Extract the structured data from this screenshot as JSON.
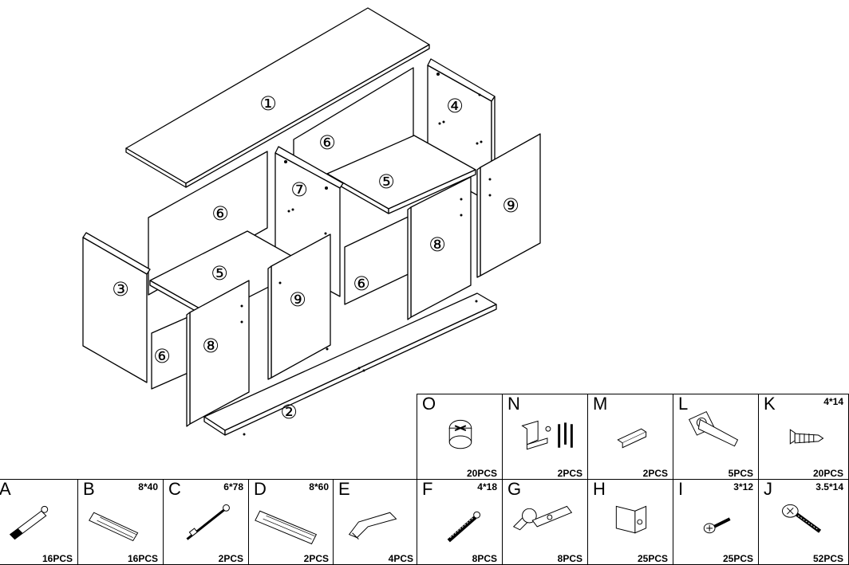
{
  "panels": {
    "top": "①",
    "bottom": "②",
    "left_side": "③",
    "right_side": "④",
    "shelf_right": "⑤",
    "shelf_left": "⑤",
    "back_left": "⑥",
    "back_right_upper": "⑥",
    "back_right_lower": "⑥",
    "back_left_lower": "⑥",
    "divider": "⑦",
    "door_right_8": "⑧",
    "door_left_8": "⑧",
    "door_right_9": "⑨",
    "door_left_9": "⑨"
  },
  "hardware": [
    {
      "letter": "O",
      "size": "",
      "qty": "20PCS",
      "icon": "cam-lock-icon"
    },
    {
      "letter": "N",
      "size": "",
      "qty": "2PCS",
      "icon": "angle-bracket-icon"
    },
    {
      "letter": "M",
      "size": "",
      "qty": "2PCS",
      "icon": "small-bracket-icon"
    },
    {
      "letter": "L",
      "size": "",
      "qty": "5PCS",
      "icon": "leg-icon"
    },
    {
      "letter": "K",
      "size": "4*14",
      "qty": "20PCS",
      "icon": "screw-icon"
    },
    {
      "letter": "A",
      "size": "",
      "qty": "16PCS",
      "icon": "anchor-icon"
    },
    {
      "letter": "B",
      "size": "8*40",
      "qty": "16PCS",
      "icon": "dowel-icon"
    },
    {
      "letter": "C",
      "size": "6*78",
      "qty": "2PCS",
      "icon": "pin-icon"
    },
    {
      "letter": "D",
      "size": "8*60",
      "qty": "2PCS",
      "icon": "long-dowel-icon"
    },
    {
      "letter": "E",
      "size": "",
      "qty": "4PCS",
      "icon": "handle-icon"
    },
    {
      "letter": "F",
      "size": "4*18",
      "qty": "8PCS",
      "icon": "bolt-icon"
    },
    {
      "letter": "G",
      "size": "",
      "qty": "8PCS",
      "icon": "hinge-icon"
    },
    {
      "letter": "H",
      "size": "",
      "qty": "25PCS",
      "icon": "corner-bracket-icon"
    },
    {
      "letter": "I",
      "size": "3*12",
      "qty": "25PCS",
      "icon": "short-screw-icon"
    },
    {
      "letter": "J",
      "size": "3.5*14",
      "qty": "52PCS",
      "icon": "flat-screw-icon"
    }
  ]
}
